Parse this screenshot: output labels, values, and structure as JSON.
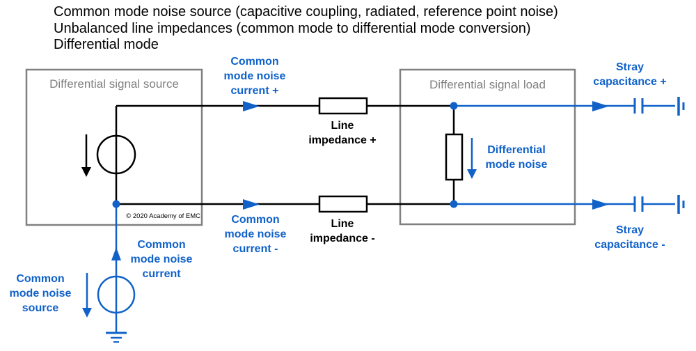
{
  "heading": {
    "lines": "Common mode noise source (capacitive coupling, radiated, reference point noise)\nUnbalanced line impedances (common mode to differential mode conversion)\nDifferential mode"
  },
  "boxes": {
    "source_title": "Differential signal source",
    "load_title": "Differential signal load"
  },
  "labels": {
    "cm_noise_current_plus": "Common\nmode noise\ncurrent +",
    "cm_noise_current_minus": "Common\nmode noise\ncurrent -",
    "cm_noise_current": "Common\nmode noise\ncurrent",
    "cm_noise_source": "Common\nmode noise\nsource",
    "diff_mode_noise": "Differential\nmode noise",
    "stray_capacitance_plus": "Stray\ncapacitance +",
    "stray_capacitance_minus": "Stray\ncapacitance -",
    "line_impedance_plus": "Line\nimpedance +",
    "line_impedance_minus": "Line\nimpedance -",
    "copyright": "© 2020 Academy of EMC"
  },
  "colors": {
    "noise_blue": "#1062c9",
    "box_gray": "#808080",
    "circuit_black": "#000000"
  }
}
